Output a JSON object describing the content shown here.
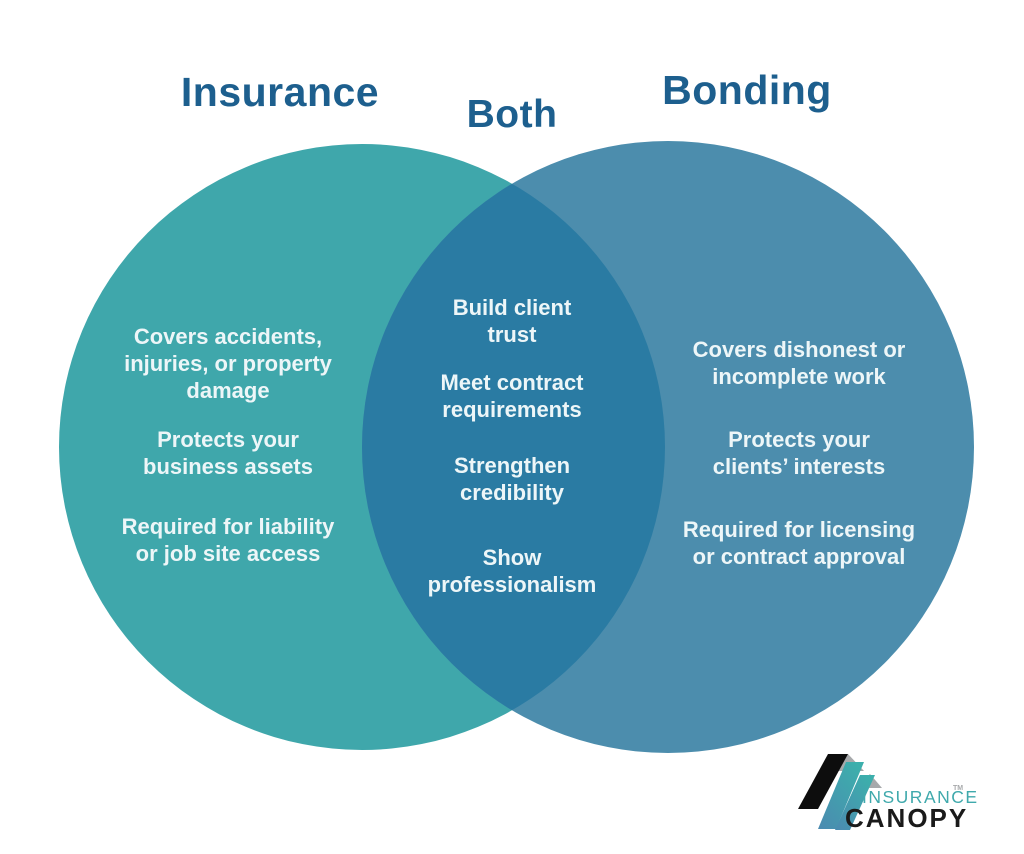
{
  "diagram": {
    "headers": {
      "left": "Insurance",
      "center": "Both",
      "right": "Bonding"
    },
    "colors": {
      "left_circle": "#3fa7ab",
      "right_circle": "#4c8dad",
      "overlap": "#2a7ba3",
      "header_text": "#1d5f8e",
      "item_text": "#edf6f8"
    },
    "left_items": [
      "Covers accidents,\ninjuries, or property\ndamage",
      "Protects your\nbusiness assets",
      "Required for liability\nor job site access"
    ],
    "both_items": [
      "Build client\ntrust",
      "Meet contract\nrequirements",
      "Strengthen\ncredibility",
      "Show\nprofessionalism"
    ],
    "right_items": [
      "Covers dishonest or\nincomplete work",
      "Protects your\nclients’ interests",
      "Required for licensing\nor contract approval"
    ]
  },
  "logo": {
    "top_text": "INSURANCE",
    "bottom_text": "CANOPY",
    "trademark": "TM",
    "teal": "#3fa9ac",
    "black": "#1a1a1a",
    "gray": "#a7a9ab"
  }
}
